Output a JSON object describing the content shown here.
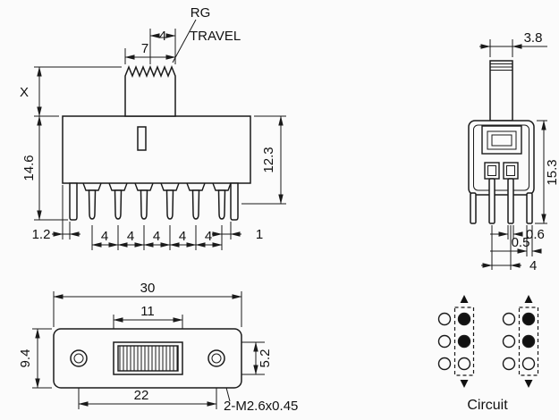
{
  "drawing": {
    "background": "#fbfbfb",
    "line_color": "#1a1a1a"
  },
  "front_view": {
    "labels": {
      "rg": "RG",
      "travel": "TRAVEL",
      "travel_dim": "4",
      "knob_width": "7",
      "height_x": "X",
      "total_height": "14.6",
      "body_height": "12.3",
      "left_offset": "1.2",
      "right_offset": "1",
      "pitch": [
        "4",
        "4",
        "4",
        "4",
        "4"
      ]
    }
  },
  "side_view": {
    "labels": {
      "knob_width": "3.8",
      "height": "15.3",
      "pin_thickness": "0.6",
      "leg_thickness": "0.5",
      "pin_spacing": "4"
    }
  },
  "bottom_view": {
    "labels": {
      "total_width": "30",
      "slider_width": "11",
      "body_height": "9.4",
      "slider_height": "5.2",
      "hole_spacing": "22",
      "hole_spec": "2-M2.6x0.45"
    }
  },
  "circuit": {
    "label": "Circuit",
    "rows": 3,
    "columns": 4,
    "pattern": [
      [
        "empty",
        "filled",
        "empty",
        "filled"
      ],
      [
        "empty",
        "filled",
        "empty",
        "filled"
      ],
      [
        "empty",
        "empty",
        "empty",
        "empty"
      ]
    ]
  }
}
